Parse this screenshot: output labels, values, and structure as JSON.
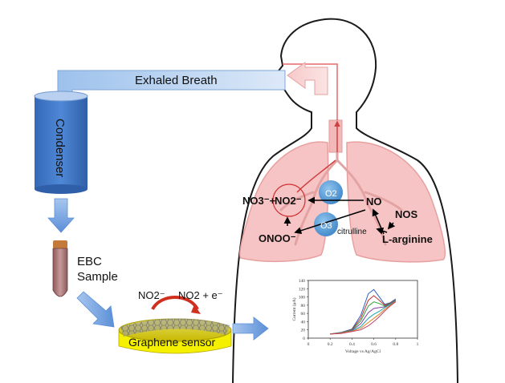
{
  "exhaled_breath": "Exhaled Breath",
  "condenser": "Condenser",
  "ebc_sample": [
    "EBC",
    "Sample"
  ],
  "graphene_sensor": "Graphene sensor",
  "sensor_reaction": {
    "reactant": "NO2⁻",
    "product": "NO2 + e⁻"
  },
  "lung_chemistry": {
    "o2": "O2",
    "o3": "O3",
    "no": "NO",
    "nos": "NOS",
    "citrulline": "citrulline",
    "l_arginine": "L-arginine",
    "no3_plus": "NO3⁻+",
    "no2": "NO2⁻",
    "onoo": "ONOO⁻"
  },
  "colors": {
    "condenser_blue": "#3f78c8",
    "arrow_blue": "#5b8fd8",
    "lung_pink": "#f6c4c4",
    "airway_red": "#e06060",
    "molecule_blue": "#5a9fd6",
    "sensor_yellow": "#f5f000"
  },
  "chart_data": {
    "type": "line",
    "xlabel": "Voltage vs Ag/AgCl",
    "ylabel": "Current (µA)",
    "xlim": [
      0,
      1
    ],
    "ylim": [
      0,
      140
    ],
    "x_ticks": [
      0,
      0.2,
      0.4,
      0.6,
      0.8,
      1
    ],
    "y_ticks": [
      0,
      20,
      40,
      60,
      80,
      100,
      120,
      140
    ],
    "series": [
      {
        "color": "#3060c0",
        "points": [
          [
            0.2,
            10
          ],
          [
            0.3,
            14
          ],
          [
            0.4,
            22
          ],
          [
            0.48,
            55
          ],
          [
            0.55,
            108
          ],
          [
            0.6,
            118
          ],
          [
            0.65,
            100
          ],
          [
            0.7,
            82
          ],
          [
            0.75,
            86
          ],
          [
            0.8,
            95
          ]
        ]
      },
      {
        "color": "#c03030",
        "points": [
          [
            0.2,
            10
          ],
          [
            0.3,
            13
          ],
          [
            0.4,
            21
          ],
          [
            0.48,
            48
          ],
          [
            0.55,
            92
          ],
          [
            0.6,
            103
          ],
          [
            0.65,
            92
          ],
          [
            0.7,
            80
          ],
          [
            0.75,
            85
          ],
          [
            0.8,
            93
          ]
        ]
      },
      {
        "color": "#30a040",
        "points": [
          [
            0.2,
            10
          ],
          [
            0.3,
            13
          ],
          [
            0.4,
            20
          ],
          [
            0.48,
            42
          ],
          [
            0.55,
            78
          ],
          [
            0.6,
            88
          ],
          [
            0.65,
            84
          ],
          [
            0.7,
            78
          ],
          [
            0.75,
            84
          ],
          [
            0.8,
            92
          ]
        ]
      },
      {
        "color": "#8040a0",
        "points": [
          [
            0.2,
            10
          ],
          [
            0.3,
            12
          ],
          [
            0.4,
            19
          ],
          [
            0.48,
            35
          ],
          [
            0.55,
            62
          ],
          [
            0.6,
            72
          ],
          [
            0.65,
            74
          ],
          [
            0.7,
            76
          ],
          [
            0.75,
            83
          ],
          [
            0.8,
            91
          ]
        ]
      },
      {
        "color": "#20a0b0",
        "points": [
          [
            0.2,
            10
          ],
          [
            0.3,
            12
          ],
          [
            0.4,
            18
          ],
          [
            0.48,
            28
          ],
          [
            0.55,
            48
          ],
          [
            0.6,
            58
          ],
          [
            0.65,
            65
          ],
          [
            0.7,
            74
          ],
          [
            0.75,
            82
          ],
          [
            0.8,
            90
          ]
        ]
      },
      {
        "color": "#e08020",
        "points": [
          [
            0.2,
            10
          ],
          [
            0.3,
            12
          ],
          [
            0.4,
            17
          ],
          [
            0.48,
            24
          ],
          [
            0.55,
            38
          ],
          [
            0.6,
            48
          ],
          [
            0.65,
            58
          ],
          [
            0.7,
            70
          ],
          [
            0.75,
            80
          ],
          [
            0.8,
            89
          ]
        ]
      },
      {
        "color": "#c04060",
        "points": [
          [
            0.2,
            10
          ],
          [
            0.3,
            11
          ],
          [
            0.4,
            16
          ],
          [
            0.48,
            20
          ],
          [
            0.55,
            30
          ],
          [
            0.6,
            40
          ],
          [
            0.65,
            52
          ],
          [
            0.7,
            66
          ],
          [
            0.75,
            78
          ],
          [
            0.8,
            88
          ]
        ]
      }
    ]
  }
}
